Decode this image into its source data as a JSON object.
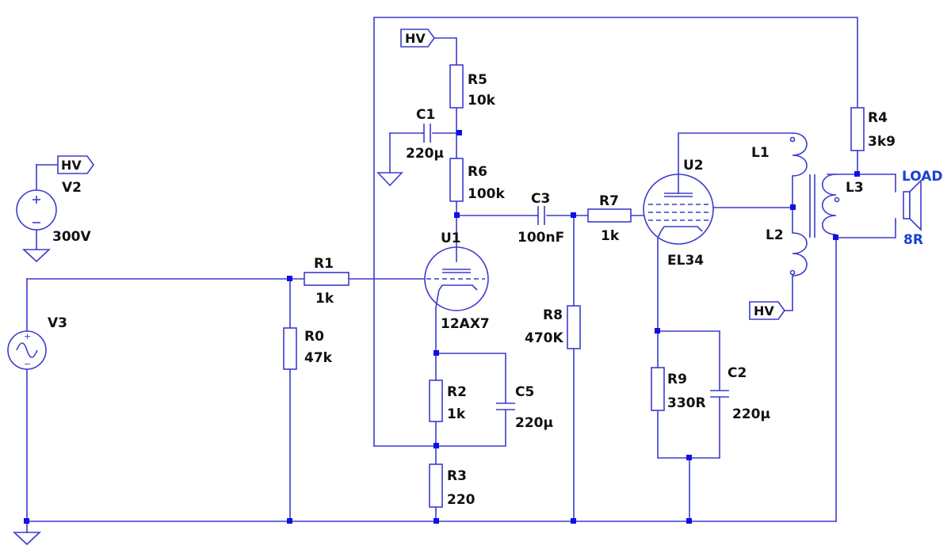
{
  "components": {
    "V2": {
      "name": "V2",
      "value": "300V"
    },
    "V3": {
      "name": "V3"
    },
    "R0": {
      "name": "R0",
      "value": "47k"
    },
    "R1": {
      "name": "R1",
      "value": "1k"
    },
    "R2": {
      "name": "R2",
      "value": "1k"
    },
    "R3": {
      "name": "R3",
      "value": "220"
    },
    "R4": {
      "name": "R4",
      "value": "3k9"
    },
    "R5": {
      "name": "R5",
      "value": "10k"
    },
    "R6": {
      "name": "R6",
      "value": "100k"
    },
    "R7": {
      "name": "R7",
      "value": "1k"
    },
    "R8": {
      "name": "R8",
      "value": "470K"
    },
    "R9": {
      "name": "R9",
      "value": "330R"
    },
    "C1": {
      "name": "C1",
      "value": "220µ"
    },
    "C2": {
      "name": "C2",
      "value": "220µ"
    },
    "C3": {
      "name": "C3",
      "value": "100nF"
    },
    "C5": {
      "name": "C5",
      "value": "220µ"
    },
    "U1": {
      "name": "U1",
      "value": "12AX7"
    },
    "U2": {
      "name": "U2",
      "value": "EL34"
    },
    "L1": {
      "name": "L1"
    },
    "L2": {
      "name": "L2"
    },
    "L3": {
      "name": "L3"
    }
  },
  "flags": {
    "hv": "HV"
  },
  "speaker": {
    "label": "LOAD",
    "value": "8R"
  },
  "colors": {
    "wire": "#3b3bcf",
    "junction": "#1010e0",
    "text": "#111111",
    "load": "#1a3fd6"
  }
}
